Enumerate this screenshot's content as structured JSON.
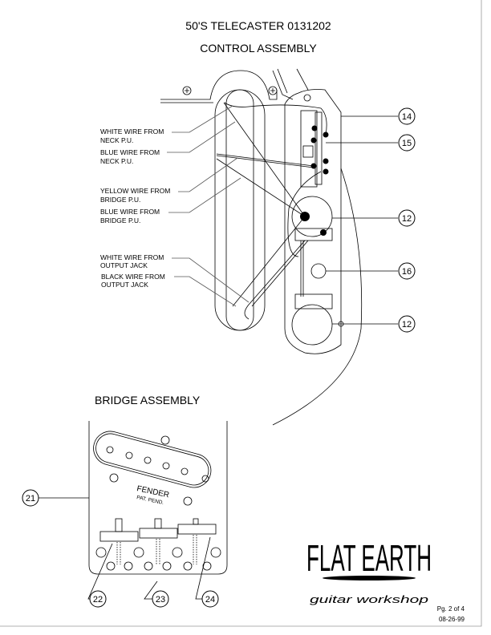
{
  "header": {
    "title": "50'S  TELECASTER  0131202",
    "subtitle": "CONTROL ASSEMBLY"
  },
  "control_labels": [
    {
      "line1": "WHITE WIRE FROM",
      "line2": "NECK P.U."
    },
    {
      "line1": "BLUE WIRE FROM",
      "line2": "NECK P.U."
    },
    {
      "line1": "YELLOW WIRE FROM",
      "line2": "BRIDGE P.U."
    },
    {
      "line1": "BLUE WIRE FROM",
      "line2": "BRIDGE P.U."
    },
    {
      "line1": "WHITE WIRE FROM",
      "line2": "OUTPUT JACK"
    },
    {
      "line1": "BLACK WIRE FROM",
      "line2": "OUTPUT JACK"
    }
  ],
  "control_callouts": [
    "14",
    "15",
    "12",
    "16",
    "12"
  ],
  "bridge": {
    "title": "BRIDGE ASSEMBLY",
    "brand": "FENDER",
    "patent": "PAT. PEND.",
    "callouts": [
      "21",
      "22",
      "23",
      "24"
    ]
  },
  "logo": {
    "name": "FLAT EARTH",
    "tagline": "guitar workshop"
  },
  "footer": {
    "page": "Pg. 2 of 4",
    "date": "08-26-99"
  }
}
